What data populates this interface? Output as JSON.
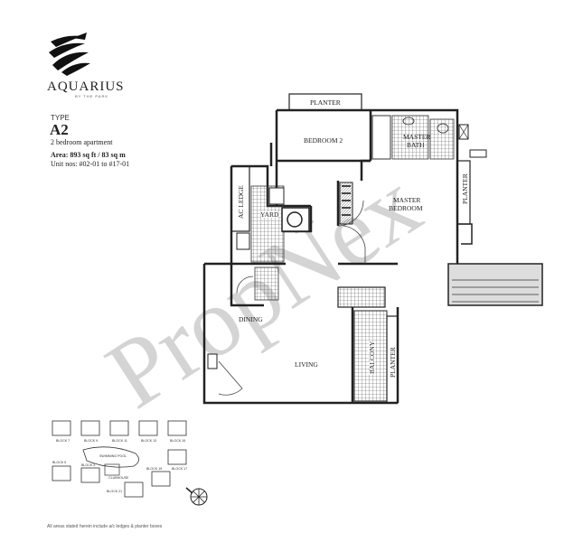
{
  "brand": {
    "name": "AQUARIUS",
    "tagline": "BY THE PARK"
  },
  "unit": {
    "type_label": "TYPE",
    "type_code": "A2",
    "description": "2 bedroom apartment",
    "area": "Area: 893 sq ft / 83 sq m",
    "units": "Unit nos: #02-01 to #17-01"
  },
  "rooms": {
    "planter_top": "PLANTER",
    "bedroom2": "BEDROOM 2",
    "master_bath_1": "MASTER",
    "master_bath_2": "BATH",
    "master_bedroom_1": "MASTER",
    "master_bedroom_2": "BEDROOM",
    "planter_right": "PLANTER",
    "ac_ledge": "AC LEDGE",
    "yard": "YARD",
    "dining": "DINING",
    "living": "LIVING",
    "balcony": "BALCONY",
    "planter_bottom": "PLANTER"
  },
  "watermark": "PropNex",
  "site_plan": {
    "blocks": [
      "BLOCK 7",
      "BLOCK 9",
      "BLOCK 11",
      "BLOCK 13",
      "BLOCK 15",
      "BLOCK 5",
      "BLOCK 3",
      "BLOCK 19",
      "BLOCK 17",
      "BLOCK 21"
    ],
    "swimming_pool": "SWIMMING POOL",
    "clubhouse": "CLUBHOUSE"
  },
  "footnote": "All areas stated herein include a/c ledges & planter boxes",
  "icons": {
    "logo": "brush-stroke-logo",
    "compass": "compass-icon"
  }
}
